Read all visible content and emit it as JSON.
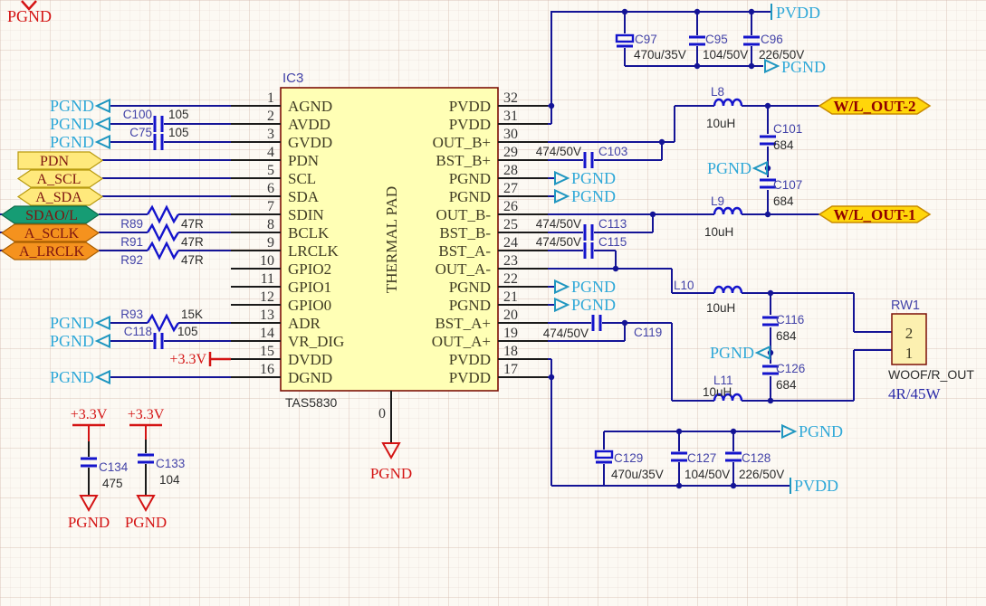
{
  "ic": {
    "designator": "IC3",
    "part": "TAS5830",
    "thermal_pad": "THERMAL PAD",
    "thermal_pin": "0",
    "left_pins": [
      {
        "num": "1",
        "name": "AGND"
      },
      {
        "num": "2",
        "name": "AVDD"
      },
      {
        "num": "3",
        "name": "GVDD"
      },
      {
        "num": "4",
        "name": "PDN"
      },
      {
        "num": "5",
        "name": "SCL"
      },
      {
        "num": "6",
        "name": "SDA"
      },
      {
        "num": "7",
        "name": "SDIN"
      },
      {
        "num": "8",
        "name": "BCLK"
      },
      {
        "num": "9",
        "name": "LRCLK"
      },
      {
        "num": "10",
        "name": "GPIO2"
      },
      {
        "num": "11",
        "name": "GPIO1"
      },
      {
        "num": "12",
        "name": "GPIO0"
      },
      {
        "num": "13",
        "name": "ADR"
      },
      {
        "num": "14",
        "name": "VR_DIG"
      },
      {
        "num": "15",
        "name": "DVDD"
      },
      {
        "num": "16",
        "name": "DGND"
      }
    ],
    "right_pins": [
      {
        "num": "32",
        "name": "PVDD"
      },
      {
        "num": "31",
        "name": "PVDD"
      },
      {
        "num": "30",
        "name": "OUT_B+"
      },
      {
        "num": "29",
        "name": "BST_B+"
      },
      {
        "num": "28",
        "name": "PGND"
      },
      {
        "num": "27",
        "name": "PGND"
      },
      {
        "num": "26",
        "name": "OUT_B-"
      },
      {
        "num": "25",
        "name": "BST_B-"
      },
      {
        "num": "24",
        "name": "BST_A-"
      },
      {
        "num": "23",
        "name": "OUT_A-"
      },
      {
        "num": "22",
        "name": "PGND"
      },
      {
        "num": "21",
        "name": "PGND"
      },
      {
        "num": "20",
        "name": "BST_A+"
      },
      {
        "num": "19",
        "name": "OUT_A+"
      },
      {
        "num": "18",
        "name": "PVDD"
      },
      {
        "num": "17",
        "name": "PVDD"
      }
    ]
  },
  "ports": {
    "pdn": "PDN",
    "a_scl": "A_SCL",
    "a_sda": "A_SDA",
    "sdao": "SDAO/L",
    "a_sclk": "A_SCLK",
    "a_lrclk": "A_LRCLK",
    "wl_out2": "W/L_OUT-2",
    "wl_out1": "W/L_OUT-1"
  },
  "nets": {
    "pgnd": "PGND",
    "pvdd": "PVDD",
    "p33": "+3.3V"
  },
  "resistors": {
    "r89": {
      "ref": "R89",
      "val": "47R"
    },
    "r91": {
      "ref": "R91",
      "val": "47R"
    },
    "r92": {
      "ref": "R92",
      "val": "47R"
    },
    "r93": {
      "ref": "R93",
      "val": "15K"
    }
  },
  "caps": {
    "c100": {
      "ref": "C100",
      "val": "105"
    },
    "c75": {
      "ref": "C75",
      "val": "105"
    },
    "c118": {
      "ref": "C118",
      "val": "105"
    },
    "c97": {
      "ref": "C97",
      "val": "470u/35V"
    },
    "c95": {
      "ref": "C95",
      "val": "104/50V"
    },
    "c96": {
      "ref": "C96",
      "val": "226/50V"
    },
    "c103": {
      "ref": "C103",
      "val": "474/50V"
    },
    "c113": {
      "ref": "C113",
      "val": "474/50V"
    },
    "c115": {
      "ref": "C115",
      "val": "474/50V"
    },
    "c119": {
      "ref": "C119",
      "val": "474/50V"
    },
    "c101": {
      "ref": "C101",
      "val": "684"
    },
    "c107": {
      "ref": "C107",
      "val": "684"
    },
    "c116": {
      "ref": "C116",
      "val": "684"
    },
    "c126": {
      "ref": "C126",
      "val": "684"
    },
    "c129": {
      "ref": "C129",
      "val": "470u/35V"
    },
    "c127": {
      "ref": "C127",
      "val": "104/50V"
    },
    "c128": {
      "ref": "C128",
      "val": "226/50V"
    },
    "c134": {
      "ref": "C134",
      "val": "475"
    },
    "c133": {
      "ref": "C133",
      "val": "104"
    }
  },
  "inductors": {
    "l8": {
      "ref": "L8",
      "val": "10uH"
    },
    "l9": {
      "ref": "L9",
      "val": "10uH"
    },
    "l10": {
      "ref": "L10",
      "val": "10uH"
    },
    "l11": {
      "ref": "L11",
      "val": "10uH"
    }
  },
  "speaker": {
    "ref": "RW1",
    "pin_top": "2",
    "pin_bottom": "1",
    "net": "WOOF/R_OUT",
    "spec": "4R/45W"
  }
}
